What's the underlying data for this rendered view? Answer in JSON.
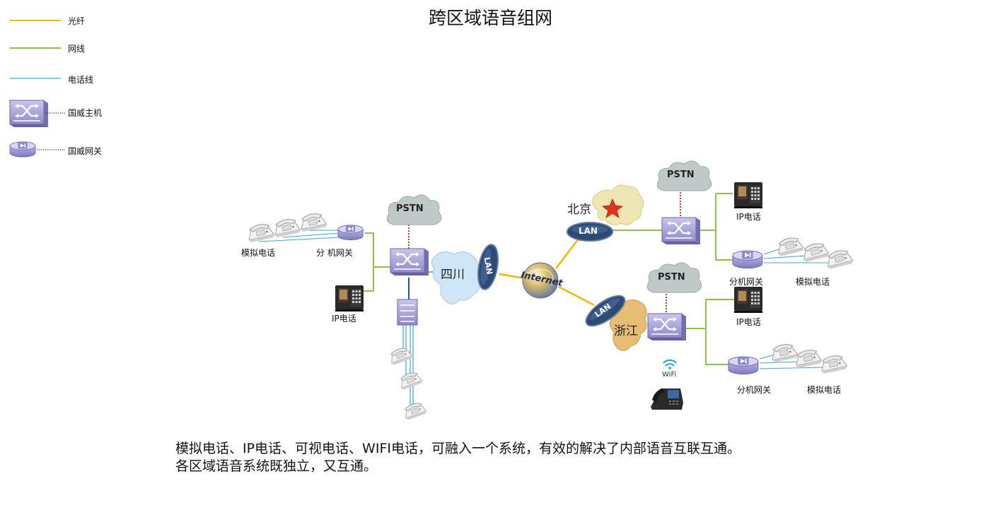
{
  "title": "跨区域语音组网",
  "legend": {
    "fiber": "光纤",
    "network_cable": "网线",
    "phone_line": "电话线",
    "host": "国威主机",
    "gateway": "国威网关"
  },
  "colors": {
    "fiber": "#f5b800",
    "network_cable": "#8cc63f",
    "phone_line": "#36a9d8",
    "pstn_link": "#c0392b",
    "lan_bubble": "#2d4a72",
    "cloud": "#b9c5c3",
    "device": "#9f9bd6"
  },
  "clouds": {
    "pstn": "PSTN",
    "lan": "LAN",
    "internet": "Internet"
  },
  "regions": {
    "sichuan": "四川",
    "beijing": "北京",
    "zhejiang": "浙江"
  },
  "labels": {
    "analog_phone": "模拟电话",
    "ip_phone": "IP电话",
    "ext_gateway": "分机网关",
    "ext_gateway_spaced": "分 机网关",
    "wifi": "WiFi"
  },
  "description": {
    "line1": "模拟电话、IP电话、可视电话、WIFI电话，可融入一个系统，有效的解决了内部语音互联互通。",
    "line2": "各区域语音系统既独立，又互通。"
  }
}
